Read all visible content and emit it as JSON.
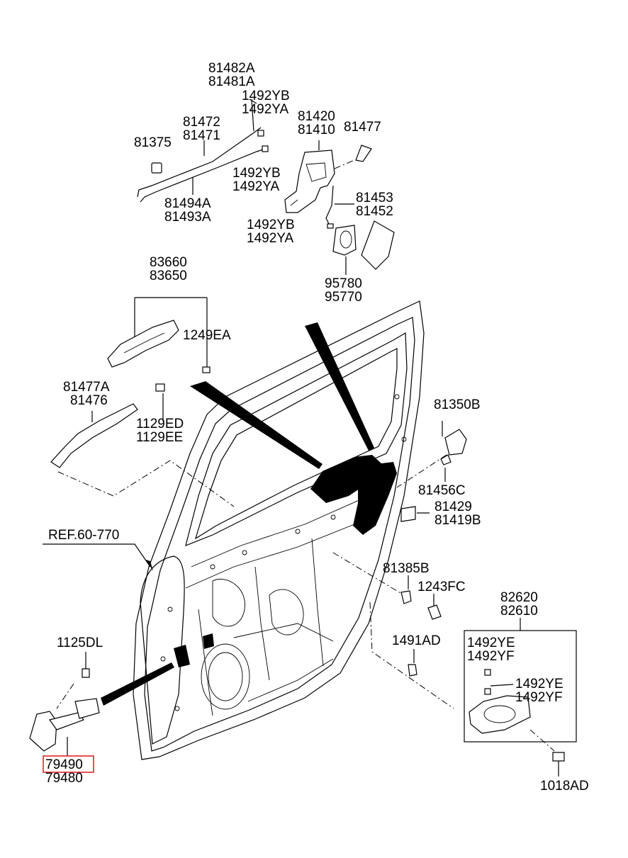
{
  "labels": {
    "p81482A": "81482A",
    "p81481A": "81481A",
    "p1492YB_a": "1492YB",
    "p1492YA_a": "1492YA",
    "p81472": "81472",
    "p81471": "81471",
    "p81420": "81420",
    "p81410": "81410",
    "p81477": "81477",
    "p81375": "81375",
    "p1492YB_b": "1492YB",
    "p1492YA_b": "1492YA",
    "p81494A": "81494A",
    "p81493A": "81493A",
    "p81453": "81453",
    "p81452": "81452",
    "p1492YB_c": "1492YB",
    "p1492YA_c": "1492YA",
    "p95780": "95780",
    "p95770": "95770",
    "p83660": "83660",
    "p83650": "83650",
    "p1249EA": "1249EA",
    "p81477A": "81477A",
    "p81476": "81476",
    "p1129ED": "1129ED",
    "p1129EE": "1129EE",
    "p81350B": "81350B",
    "p81456C": "81456C",
    "p81429": "81429",
    "p81419B": "81419B",
    "ref": "REF.60-770",
    "p81385B": "81385B",
    "p1243FC": "1243FC",
    "p82620": "82620",
    "p82610": "82610",
    "p1125DL": "1125DL",
    "p1491AD": "1491AD",
    "p1492YE_a": "1492YE",
    "p1492YF_a": "1492YF",
    "p1492YE_b": "1492YE",
    "p1492YF_b": "1492YF",
    "p79490": "79490",
    "p79480": "79480",
    "p1018AD": "1018AD"
  },
  "highlight": {
    "part": "79490",
    "color": "#e8222a"
  }
}
